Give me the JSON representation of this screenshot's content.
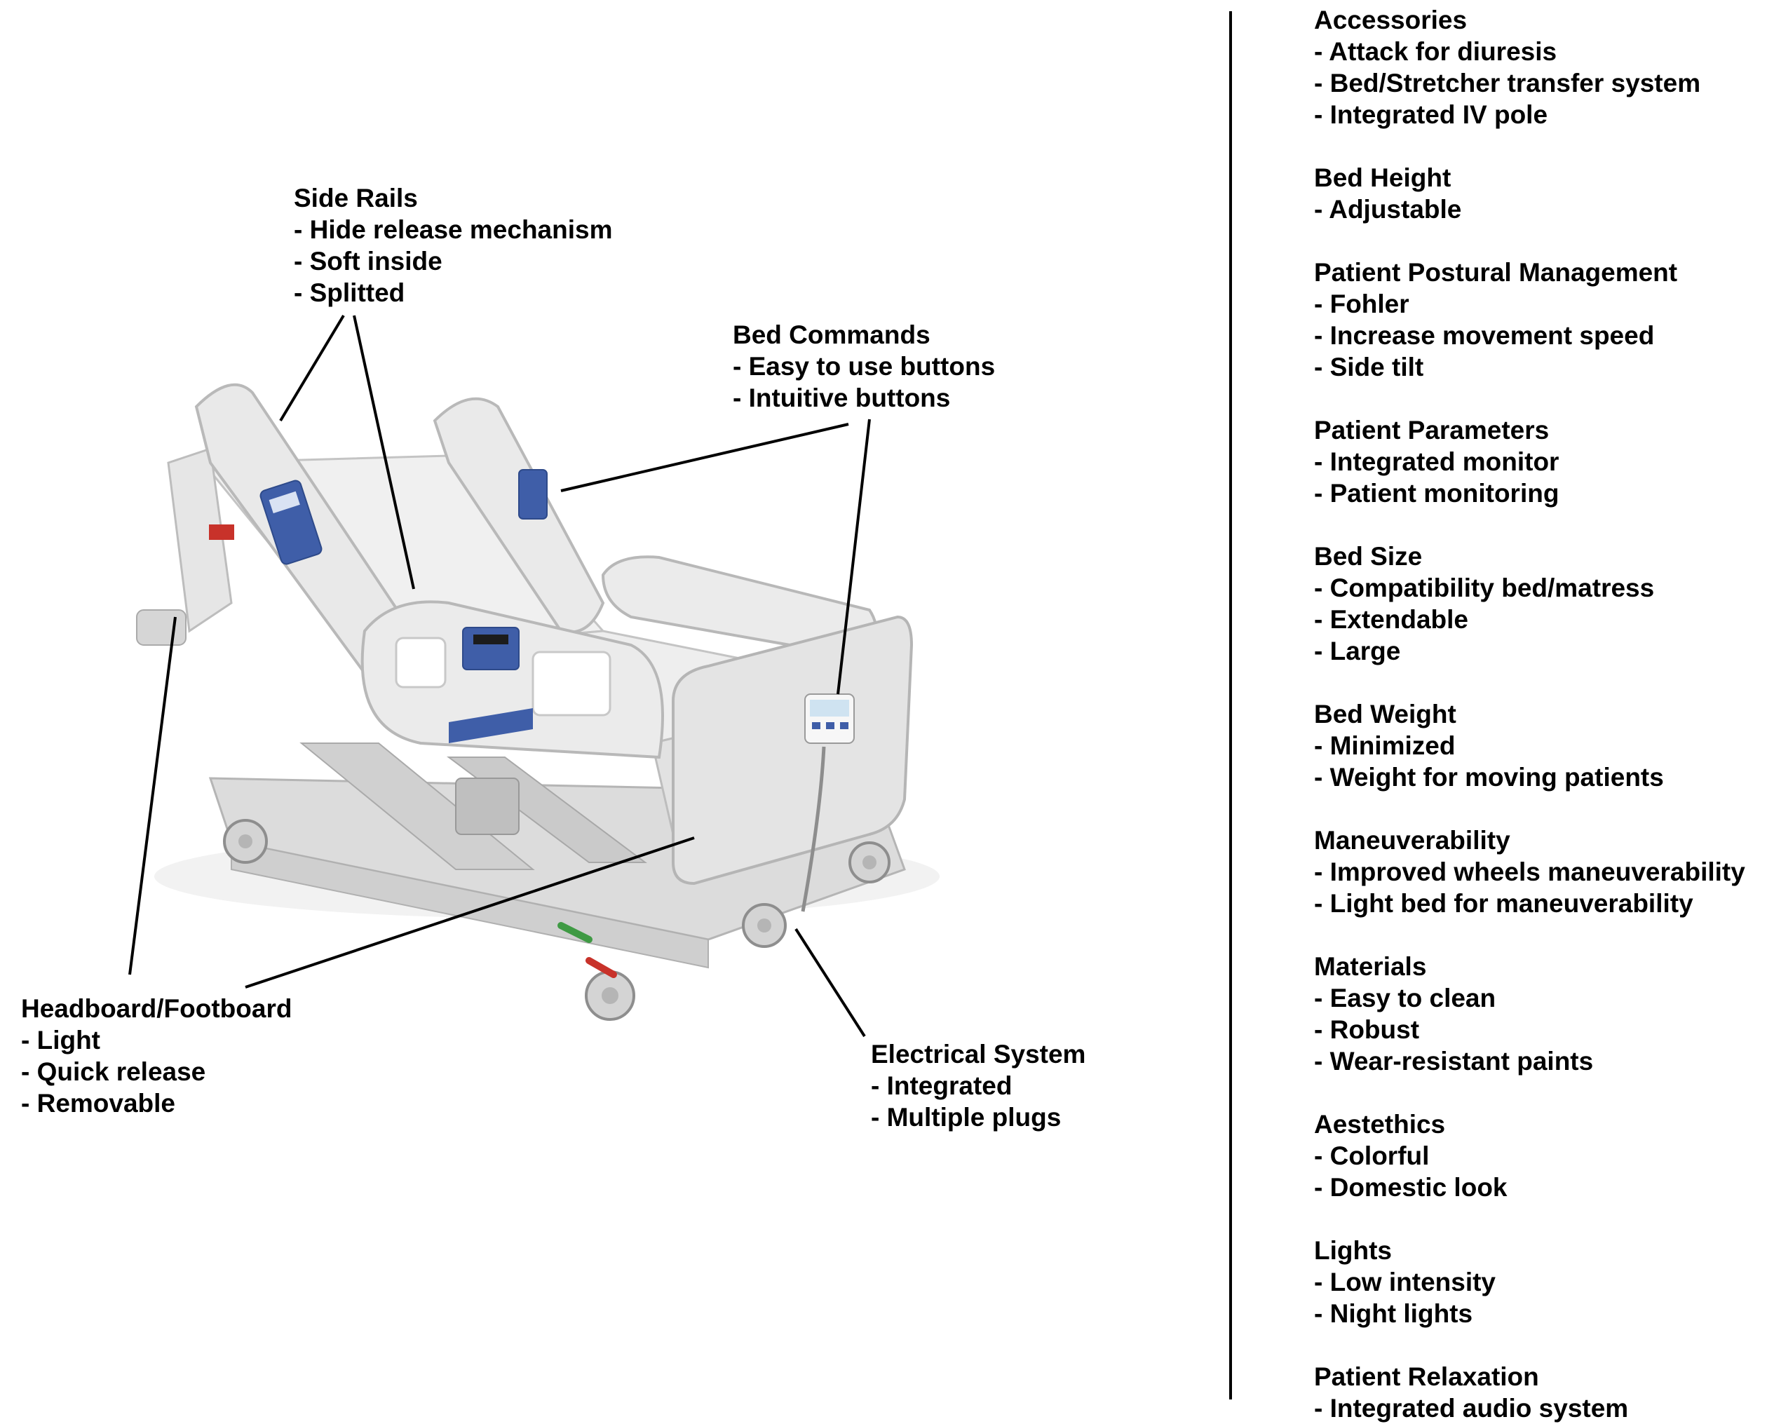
{
  "callouts": {
    "side_rails": {
      "title": "Side Rails",
      "items": [
        "- Hide release mechanism",
        "- Soft inside",
        "- Splitted"
      ]
    },
    "bed_commands": {
      "title": "Bed Commands",
      "items": [
        "- Easy to use buttons",
        "- Intuitive buttons"
      ]
    },
    "headboard_footboard": {
      "title": "Headboard/Footboard",
      "items": [
        "- Light",
        "- Quick release",
        "- Removable"
      ]
    },
    "electrical_system": {
      "title": "Electrical System",
      "items": [
        "- Integrated",
        "- Multiple plugs"
      ]
    }
  },
  "requirements": [
    {
      "title": "Accessories",
      "items": [
        "- Attack for diuresis",
        "- Bed/Stretcher transfer system",
        "- Integrated IV pole"
      ]
    },
    {
      "title": "Bed Height",
      "items": [
        "- Adjustable"
      ]
    },
    {
      "title": "Patient Postural Management",
      "items": [
        "- Fohler",
        "- Increase movement speed",
        "- Side tilt"
      ]
    },
    {
      "title": "Patient Parameters",
      "items": [
        "- Integrated monitor",
        "- Patient monitoring"
      ]
    },
    {
      "title": "Bed Size",
      "items": [
        "- Compatibility bed/matress",
        "- Extendable",
        "- Large"
      ]
    },
    {
      "title": "Bed Weight",
      "items": [
        "- Minimized",
        "- Weight for moving patients"
      ]
    },
    {
      "title": "Maneuverability",
      "items": [
        "- Improved wheels maneuverability",
        "- Light bed for maneuverability"
      ]
    },
    {
      "title": "Materials",
      "items": [
        "- Easy to clean",
        "- Robust",
        "- Wear-resistant paints"
      ]
    },
    {
      "title": "Aestethics",
      "items": [
        "- Colorful",
        "- Domestic look"
      ]
    },
    {
      "title": "Lights",
      "items": [
        "- Low intensity",
        "- Night lights"
      ]
    },
    {
      "title": "Patient Relaxation",
      "items": [
        "- Integrated audio system"
      ]
    }
  ],
  "colors": {
    "bed_body": "#e6e6e6",
    "bed_shadow": "#bdbdbd",
    "panel_blue": "#3f5ea8",
    "pedal_green": "#3f9a44",
    "pedal_red": "#c8322a"
  }
}
